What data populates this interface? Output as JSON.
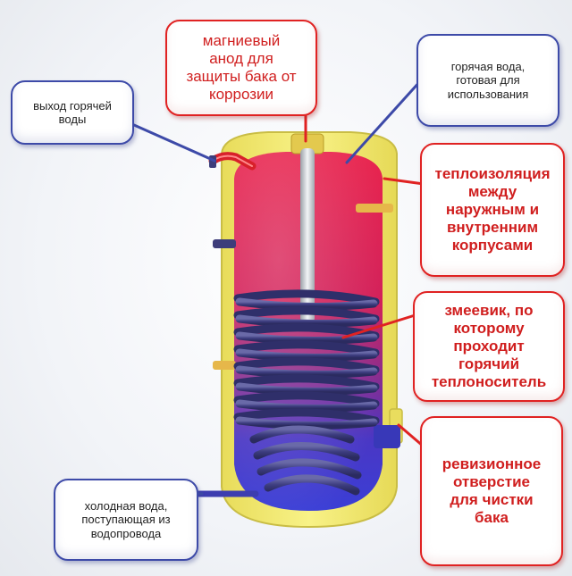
{
  "callouts": {
    "hot_outlet": "выход горячей\nводы",
    "magnesium_anode": "магниевый\nанод для\nзащиты бака от\nкоррозии",
    "hot_water_ready": "горячая вода,\nготовая для\nиспользования",
    "insulation": "теплоизоляция\nмежду\nнаружным и\nвнутренним\nкорпусами",
    "coil": "змеевик, по\nкоторому\nпроходит\nгорячий\nтеплоноситель",
    "inspection_port": "ревизионное\nотверстие\nдля чистки\nбака",
    "cold_inlet": "холодная вода,\nпоступающая из\nводопровода"
  },
  "colors": {
    "outer_casing": "#f4ec7a",
    "tank_hot": "#e8204a",
    "tank_cold": "#3a3ed0",
    "coil": "#4a4a8e",
    "callout_blue_border": "#3d4aa8",
    "callout_red_border": "#e02222",
    "callout_red_text": "#d01e1e"
  }
}
